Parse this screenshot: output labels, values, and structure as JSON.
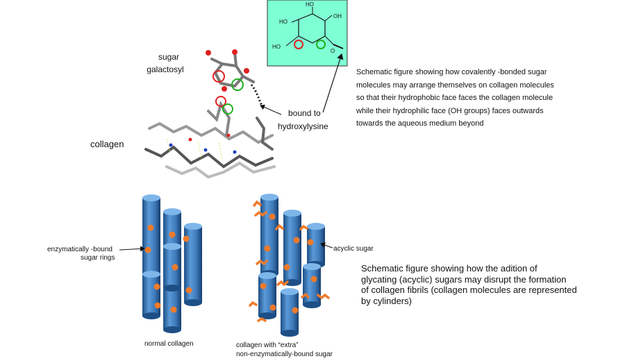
{
  "labels": {
    "sugar_line1": "sugar",
    "sugar_line2": "galactosyl",
    "bound_line1": "bound to",
    "bound_line2": "hydroxylysine",
    "collagen": "collagen",
    "enzymatic_line1": "enzymatically -bound",
    "enzymatic_line2": "sugar rings",
    "acyclic": "acyclic sugar",
    "normal": "normal collagen",
    "extra_line1": "collagen with “extra”",
    "extra_line2": "non-enzymatically-bound sugar"
  },
  "structure": {
    "atoms": [
      "HO",
      "HO",
      "OH",
      "O",
      "HO"
    ]
  },
  "captions": {
    "top": [
      "Schematic figure showing how covalently      -bonded sugar",
      "molecules may arrange themselves on collagen molecules",
      "so that their hydrophobic face faces the collagen molecule",
      "while their hydrophilic face (OH groups) faces outwards",
      "towards the aqueous medium beyond"
    ],
    "bottom": [
      "Schematic figure showing how the adition  of",
      "glycating (acyclic) sugars may disrupt the formation",
      "of collagen fibrils (collagen molecules are represented",
      "by cylinders)"
    ]
  },
  "colors": {
    "structure_bg": "#7fffd4",
    "cylinder": "#4a86c8",
    "sugar_dot": "#f07a2a",
    "ring_red": "#e02020",
    "ring_green": "#20b020"
  }
}
